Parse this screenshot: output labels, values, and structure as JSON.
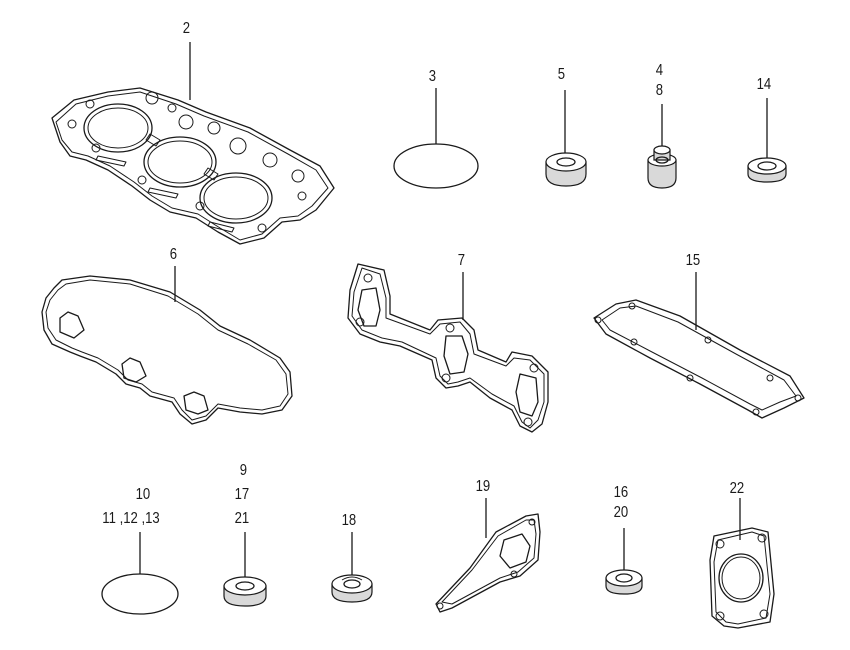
{
  "callouts": {
    "c2": "2",
    "c3": "3",
    "c5": "5",
    "c4": "4",
    "c8": "8",
    "c14": "14",
    "c6": "6",
    "c7": "7",
    "c15": "15",
    "c9": "9",
    "c10": "10",
    "c11_13": "11 ,12 ,13",
    "c17": "17",
    "c21": "21",
    "c18": "18",
    "c19": "19",
    "c16": "16",
    "c20": "20",
    "c22": "22"
  },
  "colors": {
    "ink": "#1a1a1a",
    "background": "#ffffff",
    "shade": "#d9d9d9"
  }
}
